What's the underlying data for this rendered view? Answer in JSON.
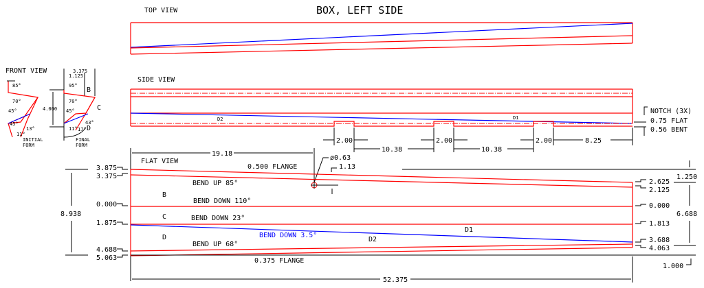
{
  "title": "BOX, LEFT SIDE",
  "views": {
    "top": "TOP VIEW",
    "side": "SIDE VIEW",
    "flat": "FLAT VIEW",
    "front": "FRONT VIEW"
  },
  "front_view": {
    "initial_label": [
      "INITIAL",
      "FORM"
    ],
    "final_label": [
      "FINAL",
      "FORM"
    ],
    "panels": [
      "B",
      "C",
      "D"
    ],
    "dims": {
      "width_total": "3.375",
      "width_b": "1.125",
      "height": "4.000"
    },
    "initial_angles": [
      "85°",
      "70°",
      "45°",
      "45°",
      "13°",
      "11°"
    ],
    "final_angles": [
      "95°",
      "70°",
      "45°",
      "43°",
      "11°",
      "17°"
    ]
  },
  "side_view": {
    "labels": {
      "d2": "D2",
      "d1": "D1"
    },
    "notch": {
      "title": "NOTCH (3X)",
      "flat": "0.75 FLAT",
      "bent": "0.56 BENT"
    },
    "dims": {
      "notch_width": "2.00",
      "spacing": "10.38",
      "end": "8.25"
    }
  },
  "flat_view": {
    "dims": {
      "hole_offset": "19.18",
      "hole_dia": "ø0.63",
      "hole_edge": "1.13",
      "total_length": "52.375",
      "left_height": "8.938",
      "right_height": "6.688",
      "right_top": "1.250",
      "right_bottom": "1.000"
    },
    "left_labels": [
      "3.875",
      "3.375",
      "0.000",
      "1.875",
      "4.688",
      "5.063"
    ],
    "right_labels": [
      "2.625",
      "2.125",
      "0.000",
      "1.813",
      "3.688",
      "4.063"
    ],
    "notes": {
      "top_flange": "0.500 FLANGE",
      "bend_b": "BEND UP 85°",
      "panel_b": "B",
      "bend_bc": "BEND DOWN 110°",
      "panel_c": "C",
      "bend_cd": "BEND DOWN 23°",
      "panel_d": "D",
      "bend_diag": "BEND DOWN 3.5°",
      "bend_d": "BEND UP 68°",
      "bottom_flange": "0.375 FLANGE",
      "d2": "D2",
      "d1": "D1"
    }
  },
  "colors": {
    "part": "#ff0000",
    "diagonal": "#0000ff",
    "dims": "#000000"
  }
}
